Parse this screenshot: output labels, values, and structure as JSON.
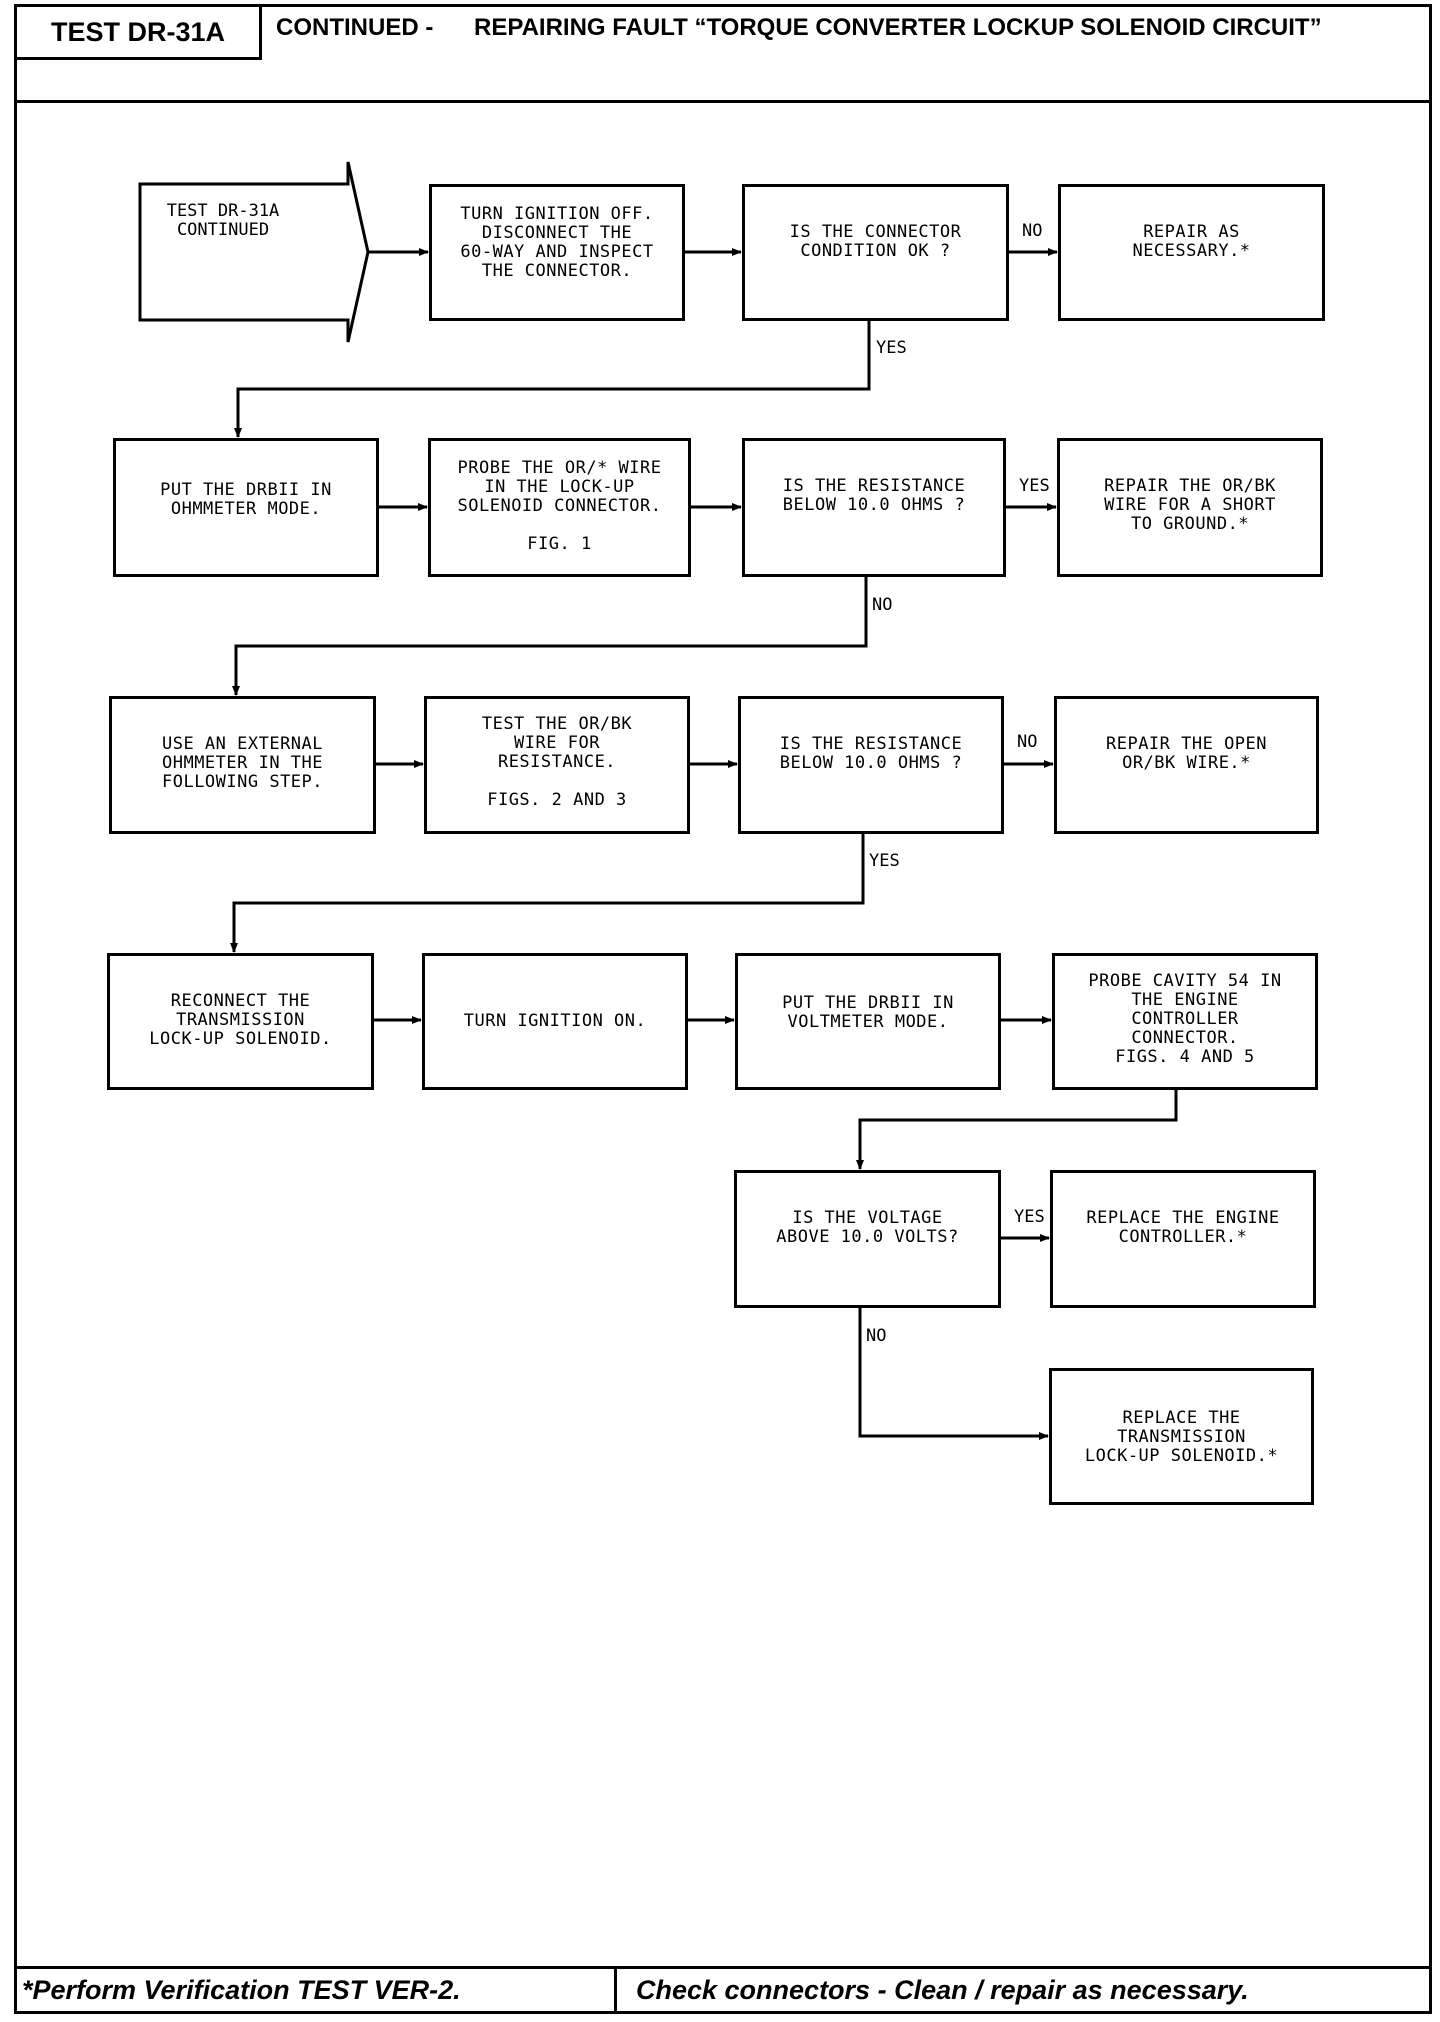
{
  "header": {
    "test_id": "TEST DR-31A",
    "continued": "CONTINUED -",
    "title": "REPAIRING FAULT “TORQUE CONVERTER LOCKUP SOLENOID CIRCUIT”"
  },
  "footer": {
    "note_left": "*Perform Verification TEST VER-2.",
    "note_right": "Check connectors - Clean / repair as necessary."
  },
  "flowchart": {
    "start": {
      "text": "TEST DR-31A\nCONTINUED"
    },
    "nodes": {
      "r1_inspect": "TURN IGNITION OFF.\nDISCONNECT THE\n60-WAY AND INSPECT\nTHE CONNECTOR.",
      "r1_question": "IS THE CONNECTOR\nCONDITION OK ?",
      "r1_repair": "REPAIR AS\nNECESSARY.*",
      "r2_ohm_mode": "PUT THE DRBII IN\nOHMMETER MODE.",
      "r2_probe": "PROBE THE OR/* WIRE\nIN THE LOCK-UP\nSOLENOID CONNECTOR.\n\nFIG. 1",
      "r2_question": "IS THE RESISTANCE\nBELOW 10.0 OHMS ?",
      "r2_repair": "REPAIR THE OR/BK\nWIRE FOR A SHORT\nTO GROUND.*",
      "r3_external": "USE AN EXTERNAL\nOHMMETER IN THE\nFOLLOWING STEP.",
      "r3_test": "TEST THE OR/BK\nWIRE FOR\nRESISTANCE.\n\nFIGS. 2 AND 3",
      "r3_question": "IS THE RESISTANCE\nBELOW 10.0 OHMS ?",
      "r3_repair": "REPAIR THE OPEN\nOR/BK WIRE.*",
      "r4_reconnect": "RECONNECT THE\nTRANSMISSION\nLOCK-UP SOLENOID.",
      "r4_ign_on": "TURN IGNITION ON.",
      "r4_volt_mode": "PUT THE DRBII IN\nVOLTMETER MODE.",
      "r4_probe": "PROBE CAVITY 54 IN\nTHE ENGINE\nCONTROLLER\nCONNECTOR.\nFIGS. 4 AND 5",
      "r5_question": "IS THE VOLTAGE\nABOVE 10.0 VOLTS?",
      "r5_replace_ctrl": "REPLACE THE ENGINE\nCONTROLLER.*",
      "r6_replace_sol": "REPLACE THE\nTRANSMISSION\nLOCK-UP SOLENOID.*"
    },
    "edge_labels": {
      "r1_no": "NO",
      "r1_yes": "YES",
      "r2_yes": "YES",
      "r2_no": "NO",
      "r3_no": "NO",
      "r3_yes": "YES",
      "r5_yes": "YES",
      "r5_no": "NO"
    }
  }
}
